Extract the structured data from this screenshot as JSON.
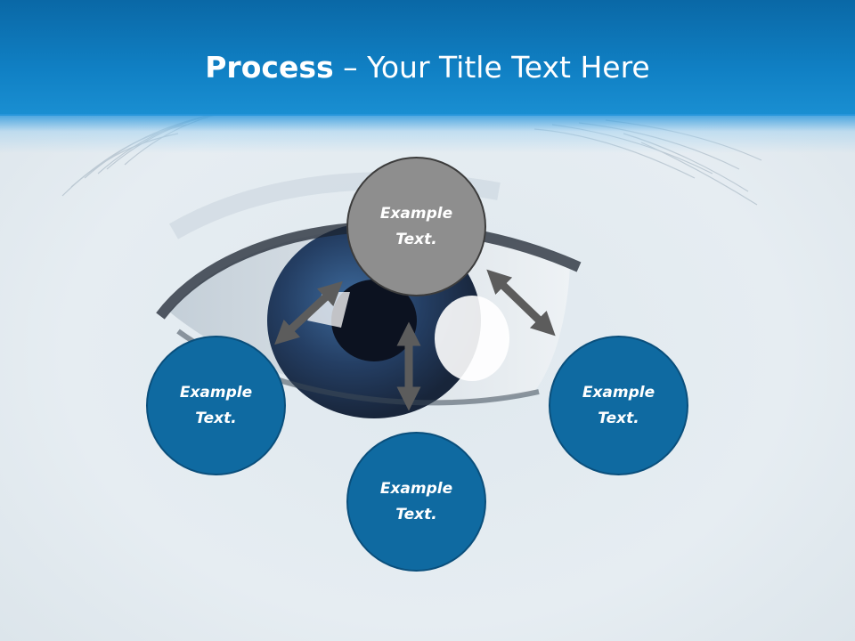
{
  "title": {
    "bold": "Process",
    "rest": " – Your Title Text Here"
  },
  "nodes": {
    "top": {
      "text": "Example\nText."
    },
    "left": {
      "text": "Example\nText."
    },
    "right": {
      "text": "Example\nText."
    },
    "bottom": {
      "text": "Example\nText."
    }
  },
  "colors": {
    "header": "#0a68a6",
    "node_blue": "#0f6aa1",
    "node_gray": "#8e8e8e",
    "arrow": "#5c5c5c"
  }
}
